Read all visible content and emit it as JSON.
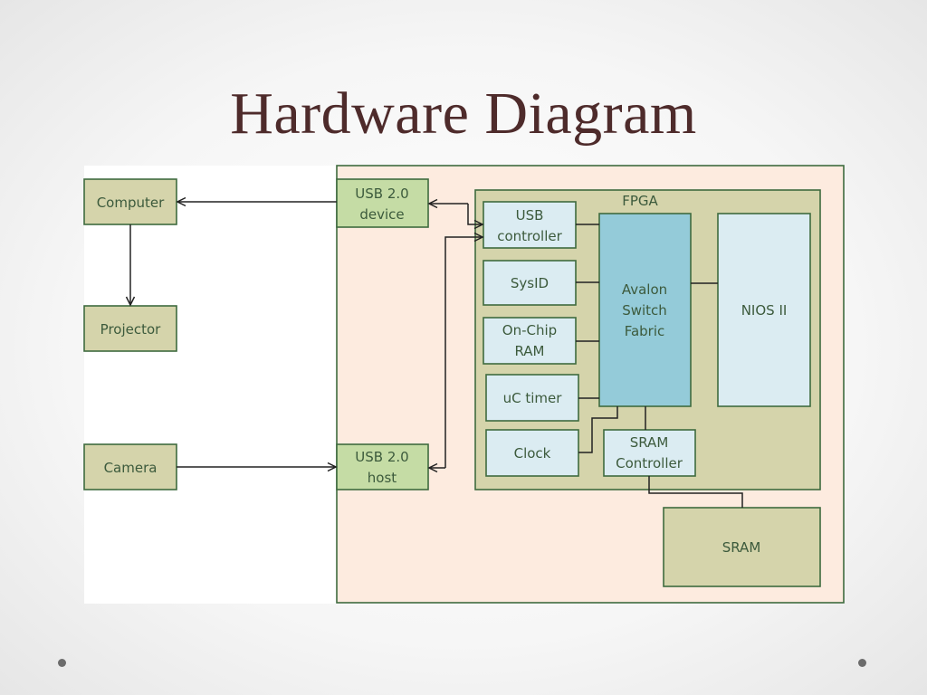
{
  "title": "Hardware Diagram",
  "diagram": {
    "external": {
      "computer": "Computer",
      "projector": "Projector",
      "camera": "Camera"
    },
    "usb_device": [
      "USB 2.0",
      "device"
    ],
    "usb_host": [
      "USB 2.0",
      "host"
    ],
    "fpga": {
      "label": "FPGA",
      "usb_controller": [
        "USB",
        "controller"
      ],
      "sysid": "SysID",
      "onchip_ram": [
        "On-Chip",
        "RAM"
      ],
      "uc_timer": "uC timer",
      "clock": "Clock",
      "avalon": [
        "Avalon",
        "Switch",
        "Fabric"
      ],
      "nios": "NIOS II",
      "sram_controller": [
        "SRAM",
        "Controller"
      ]
    },
    "sram": "SRAM"
  },
  "colors": {
    "title": "#4e2b2b",
    "panel": "#fdebdf",
    "fpga": "#d5d4ab",
    "component": "#dbecf2",
    "avalon": "#94cbd9",
    "usb": "#c5dca5"
  }
}
